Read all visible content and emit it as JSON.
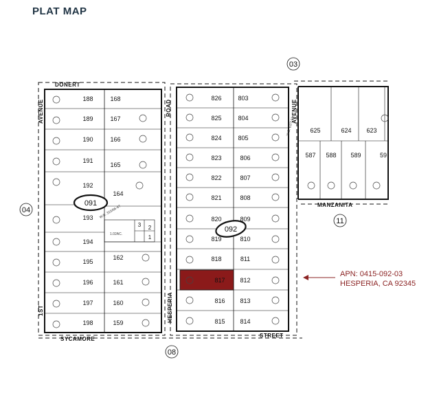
{
  "header": {
    "title": "PLAT MAP"
  },
  "callout": {
    "apn": "APN: 0415-092-03",
    "address": "HESPERIA, CA 92345"
  },
  "colors": {
    "title": "#1f3343",
    "highlight": "#8b1a1a",
    "callout_text": "#8b2323",
    "lines": "#111111"
  },
  "map_numbers": {
    "top": "03",
    "left": "04",
    "bottom": "08",
    "right_mid": "11"
  },
  "book_pages": {
    "left": "091",
    "middle": "092"
  },
  "streets": {
    "top_left": "DONERT",
    "avenue_left": "AVENUE",
    "road": "ROAD",
    "hesperia": "HESPERIA",
    "avenue_mid": "AVENUE",
    "manzanita": "MANZANITA",
    "sycamore": "SYCAMORE",
    "street": "STREET",
    "left_bottom": "1ST"
  },
  "annotations": {
    "wb_left": "W.B. 315/66-67",
    "wb_right": "W.B. 61/7-11",
    "acreage": "1.02AC."
  },
  "left_block": {
    "col_a": [
      "188",
      "189",
      "190",
      "191",
      "192",
      "193",
      "194",
      "195",
      "196",
      "197",
      "198"
    ],
    "col_b": [
      "168",
      "167",
      "166",
      "165",
      "164",
      "",
      "162",
      "161",
      "160",
      "159"
    ],
    "small_lots": [
      "3",
      "2",
      "1"
    ]
  },
  "mid_block": {
    "col_a": [
      "826",
      "825",
      "824",
      "823",
      "822",
      "821",
      "820",
      "819",
      "818",
      "817",
      "816",
      "815"
    ],
    "col_b": [
      "803",
      "804",
      "805",
      "806",
      "807",
      "808",
      "809",
      "810",
      "811",
      "812",
      "813",
      "814"
    ],
    "highlighted_lot": "817"
  },
  "right_block": {
    "top_row": [
      "625",
      "624",
      "623"
    ],
    "bottom_row": [
      "587",
      "588",
      "589",
      "59"
    ]
  }
}
